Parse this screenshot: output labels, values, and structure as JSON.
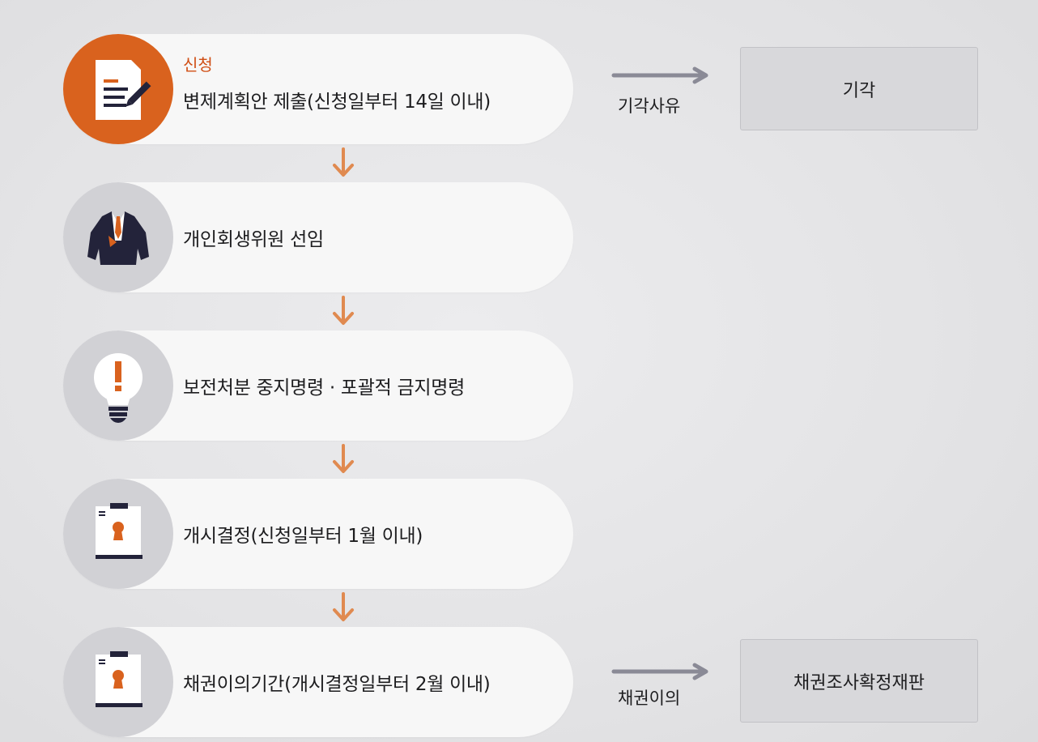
{
  "steps": [
    {
      "tag": "신청",
      "label": "변제계획안 제출(신청일부터 14일 이내)",
      "icon": "document-pen-icon"
    },
    {
      "label": "개인회생위원 선임",
      "icon": "suit-icon"
    },
    {
      "label": "보전처분 중지명령 · 포괄적 금지명령",
      "icon": "lightbulb-exclamation-icon"
    },
    {
      "label": "개시결정(신청일부터 1월 이내)",
      "icon": "clipboard-keyhole-icon"
    },
    {
      "label": "채권이의기간(개시결정일부터 2월 이내)",
      "icon": "clipboard-keyhole-icon"
    }
  ],
  "branches": [
    {
      "condition": "기각사유",
      "result": "기각"
    },
    {
      "condition": "채권이의",
      "result": "채권조사확정재판"
    }
  ],
  "colors": {
    "accent": "#d9621e",
    "accent_text": "#d04e14",
    "arrow": "#e08a50",
    "side_arrow": "#8a8a96",
    "icon_dark": "#23233a"
  }
}
